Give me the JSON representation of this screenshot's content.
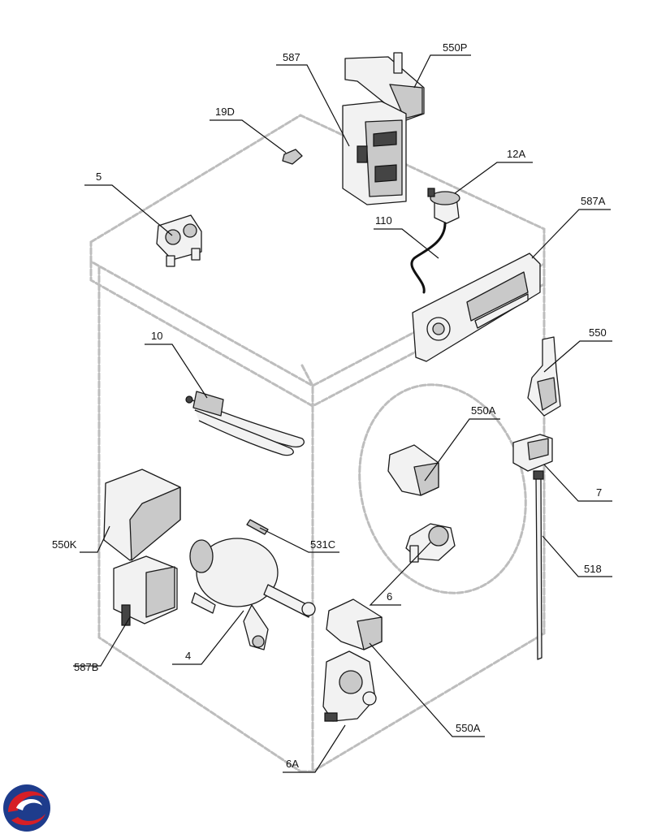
{
  "diagram": {
    "labels": [
      {
        "id": "550P",
        "text": "550P"
      },
      {
        "id": "587",
        "text": "587"
      },
      {
        "id": "19D",
        "text": "19D"
      },
      {
        "id": "12A",
        "text": "12A"
      },
      {
        "id": "5",
        "text": "5"
      },
      {
        "id": "110",
        "text": "110"
      },
      {
        "id": "587A",
        "text": "587A"
      },
      {
        "id": "550",
        "text": "550"
      },
      {
        "id": "10",
        "text": "10"
      },
      {
        "id": "550A_top",
        "text": "550A"
      },
      {
        "id": "7",
        "text": "7"
      },
      {
        "id": "550K",
        "text": "550K"
      },
      {
        "id": "531C",
        "text": "531C"
      },
      {
        "id": "518",
        "text": "518"
      },
      {
        "id": "6",
        "text": "6"
      },
      {
        "id": "4",
        "text": "4"
      },
      {
        "id": "587B",
        "text": "587B"
      },
      {
        "id": "550A_bottom",
        "text": "550A"
      },
      {
        "id": "6A",
        "text": "6A"
      }
    ]
  },
  "logo": {
    "icon": "brand-swirl-logo",
    "colors": [
      "#1e3c8c",
      "#d61f26"
    ]
  }
}
